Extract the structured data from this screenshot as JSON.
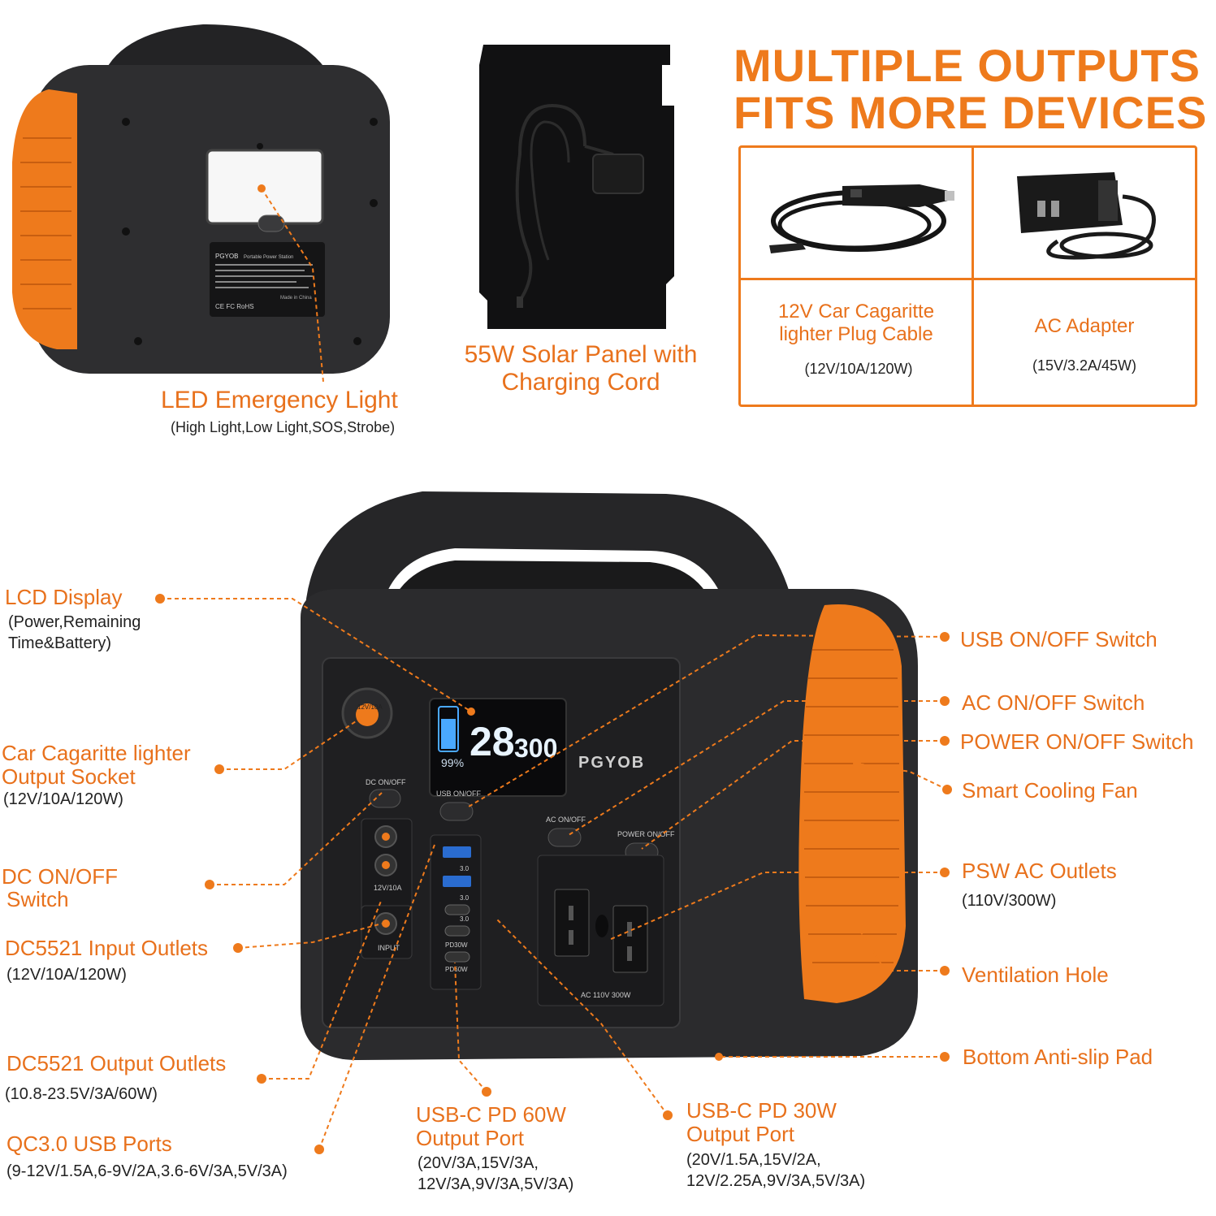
{
  "headline": {
    "line1": "MULTIPLE OUTPUTS",
    "line2": "FITS MORE DEVICES"
  },
  "accessories": [
    {
      "title_line1": "12V Car Cagaritte",
      "title_line2": "lighter Plug Cable",
      "spec": "(12V/10A/120W)"
    },
    {
      "title_line1": "AC Adapter",
      "title_line2": "",
      "spec": "(15V/3.2A/45W)"
    }
  ],
  "top_labels": {
    "led": {
      "title": "LED Emergency Light",
      "spec": "(High Light,Low Light,SOS,Strobe)"
    },
    "solar": {
      "line1": "55W Solar Panel with",
      "line2": "Charging Cord"
    }
  },
  "back_label": {
    "brand": "PGYOB",
    "line": "Portable Power Station",
    "made": "Made in China",
    "marks": "CE FC RoHS"
  },
  "device": {
    "brand": "PGYOB",
    "lcd": {
      "main": "28",
      "secondary": "300",
      "percent": "99%"
    },
    "button_labels": {
      "dc": "DC ON/OFF",
      "usb": "USB ON/OFF",
      "ac": "AC ON/OFF",
      "power": "POWER ON/OFF"
    },
    "port_labels": {
      "car": "12V/10A",
      "dc_out": "12V/10A",
      "input": "INPUT",
      "usb1": "3.0",
      "usb2": "3.0",
      "usbc1": "3.0",
      "pd30": "PD30W",
      "pd60": "PD60W",
      "ac": "AC 110V 300W"
    }
  },
  "left_callouts": {
    "lcd": {
      "title": "LCD Display",
      "line1": "(Power,Remaining",
      "line2": "Time&Battery)"
    },
    "car": {
      "line1": "Car Cagaritte lighter",
      "line2": "Output Socket",
      "spec": "(12V/10A/120W)"
    },
    "dc_switch": {
      "line1": "DC ON/OFF",
      "line2": "Switch"
    },
    "dc_input": {
      "title": "DC5521 Input Outlets",
      "spec": "(12V/10A/120W)"
    },
    "dc_output": {
      "title": "DC5521 Output Outlets",
      "spec": "(10.8-23.5V/3A/60W)"
    },
    "qc": {
      "title": "QC3.0 USB Ports",
      "spec": "(9-12V/1.5A,6-9V/2A,3.6-6V/3A,5V/3A)"
    }
  },
  "right_callouts": {
    "usb_switch": "USB ON/OFF Switch",
    "ac_switch": "AC ON/OFF Switch",
    "power_switch": "POWER ON/OFF Switch",
    "fan": "Smart Cooling Fan",
    "psw": {
      "title": "PSW AC Outlets",
      "spec": "(110V/300W)"
    },
    "vent": "Ventilation Hole",
    "pad": "Bottom Anti-slip Pad"
  },
  "bottom_callouts": {
    "pd60": {
      "line1": "USB-C PD 60W",
      "line2": "Output Port",
      "spec1": "(20V/3A,15V/3A,",
      "spec2": "12V/3A,9V/3A,5V/3A)"
    },
    "pd30": {
      "line1": "USB-C PD 30W",
      "line2": "Output Port",
      "spec1": "(20V/1.5A,15V/2A,",
      "spec2": "12V/2.25A,9V/3A,5V/3A)"
    }
  },
  "colors": {
    "accent": "#ee7a1c",
    "body": "#2b2b2d",
    "panel": "#1e1e20"
  }
}
